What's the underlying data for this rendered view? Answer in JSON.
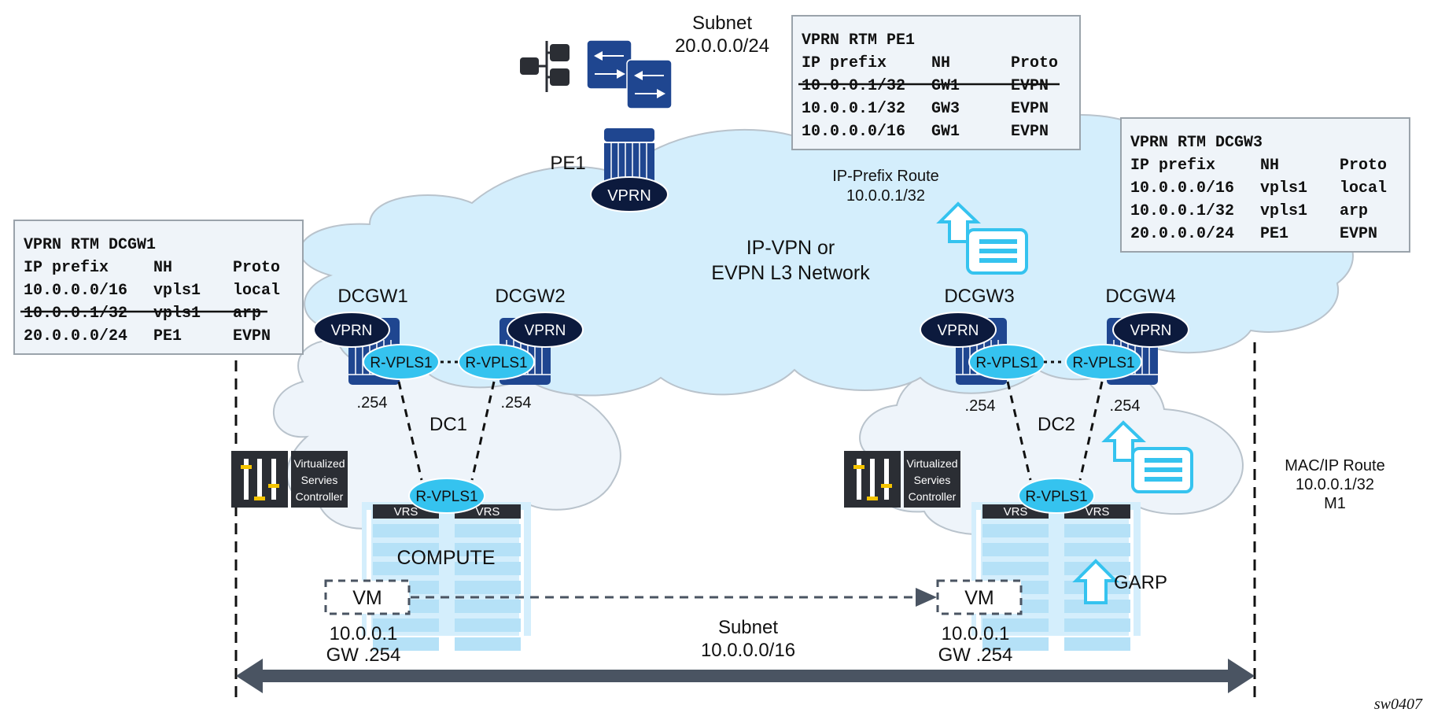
{
  "title": "IP-VPN or EVPN L3 Network",
  "core_network": {
    "line1": "IP-VPN or",
    "line2": "EVPN L3 Network"
  },
  "subnet_top": {
    "label": "Subnet",
    "value": "20.0.0.0/24"
  },
  "subnet_bottom": {
    "label": "Subnet",
    "value": "10.0.0.0/16"
  },
  "pe1": {
    "label": "PE1",
    "service": "VPRN"
  },
  "gateways": [
    {
      "id": "DCGW1",
      "vprn": "VPRN",
      "vpls": "R-VPLS1",
      "ip": ".254"
    },
    {
      "id": "DCGW2",
      "vprn": "VPRN",
      "vpls": "R-VPLS1",
      "ip": ".254"
    },
    {
      "id": "DCGW3",
      "vprn": "VPRN",
      "vpls": "R-VPLS1",
      "ip": ".254"
    },
    {
      "id": "DCGW4",
      "vprn": "VPRN",
      "vpls": "R-VPLS1",
      "ip": ".254"
    }
  ],
  "datacenters": [
    {
      "name": "DC1",
      "controller": [
        "Virtualized",
        "Servies",
        "Controller"
      ],
      "vpls": "R-VPLS1",
      "vrs": [
        "VRS",
        "VRS"
      ],
      "compute_label": "COMPUTE",
      "vm": {
        "label": "VM",
        "ip": "10.0.0.1",
        "gw": "GW .254"
      }
    },
    {
      "name": "DC2",
      "controller": [
        "Virtualized",
        "Servies",
        "Controller"
      ],
      "vpls": "R-VPLS1",
      "vrs": [
        "VRS",
        "VRS"
      ],
      "garp_label": "GARP",
      "vm": {
        "label": "VM",
        "ip": "10.0.0.1",
        "gw": "GW .254"
      }
    }
  ],
  "ip_prefix_route": {
    "line1": "IP-Prefix Route",
    "line2": "10.0.0.1/32"
  },
  "mac_ip_route": {
    "line1": "MAC/IP Route",
    "line2": "10.0.0.1/32",
    "line3": "M1"
  },
  "tables": {
    "dcgw1": {
      "title": "VPRN RTM DCGW1",
      "headers": [
        "IP prefix",
        "NH",
        "Proto"
      ],
      "rows": [
        {
          "prefix": "10.0.0.0/16",
          "nh": "vpls1",
          "proto": "local",
          "withdrawn": false
        },
        {
          "prefix": "10.0.0.1/32",
          "nh": "vpls1",
          "proto": "arp",
          "withdrawn": true
        },
        {
          "prefix": "20.0.0.0/24",
          "nh": "PE1",
          "proto": "EVPN",
          "withdrawn": false
        }
      ]
    },
    "pe1": {
      "title": "VPRN RTM PE1",
      "headers": [
        "IP prefix",
        "NH",
        "Proto"
      ],
      "rows": [
        {
          "prefix": "10.0.0.1/32",
          "nh": "GW1",
          "proto": "EVPN",
          "withdrawn": true
        },
        {
          "prefix": "10.0.0.1/32",
          "nh": "GW3",
          "proto": "EVPN",
          "withdrawn": false
        },
        {
          "prefix": "10.0.0.0/16",
          "nh": "GW1",
          "proto": "EVPN",
          "withdrawn": false
        }
      ]
    },
    "dcgw3": {
      "title": "VPRN RTM DCGW3",
      "headers": [
        "IP prefix",
        "NH",
        "Proto"
      ],
      "rows": [
        {
          "prefix": "10.0.0.0/16",
          "nh": "vpls1",
          "proto": "local",
          "withdrawn": false
        },
        {
          "prefix": "10.0.0.1/32",
          "nh": "vpls1",
          "proto": "arp",
          "withdrawn": false
        },
        {
          "prefix": "20.0.0.0/24",
          "nh": "PE1",
          "proto": "EVPN",
          "withdrawn": false
        }
      ]
    }
  },
  "figure_id": "sw0407",
  "colors": {
    "cloud_core": "#d4eefc",
    "cloud_dc": "#eef4fa",
    "cloud_stroke": "#b9c3cc",
    "router_blue": "#1f4690",
    "vprn_navy": "#0c1a3d",
    "vpls_cyan": "#35c3ef",
    "dark_box": "#2b2e34",
    "table_bg": "#eff4f9",
    "table_border": "#9aa3ab",
    "slate": "#4a5462",
    "compute_bg": "#d4eefc",
    "compute_row": "#b5e1f7",
    "slider_yellow": "#f5c400"
  }
}
